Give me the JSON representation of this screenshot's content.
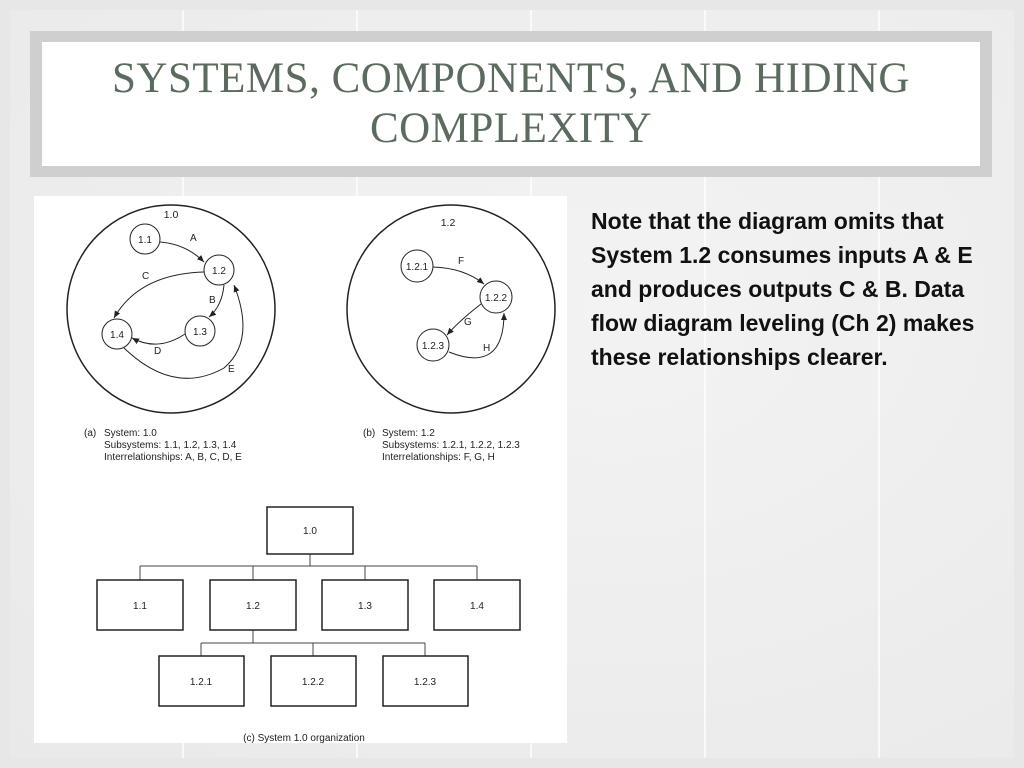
{
  "slide": {
    "title": "SYSTEMS, COMPONENTS, AND HIDING COMPLEXITY",
    "note": "Note that the diagram omits that System 1.2 consumes inputs A & E and produces outputs C & B. Data flow diagram leveling (Ch 2) makes these relationships clearer.",
    "colors": {
      "title": "#5b6b5e",
      "title_frame": "#cfcfcf",
      "background": "#eeeeee"
    }
  },
  "figure": {
    "a": {
      "system_label": "1.0",
      "nodes": {
        "n11": "1.1",
        "n12": "1.2",
        "n13": "1.3",
        "n14": "1.4"
      },
      "edges": {
        "A": "A",
        "B": "B",
        "C": "C",
        "D": "D",
        "E": "E"
      },
      "caption": {
        "tag": "(a)",
        "system": "System: 1.0",
        "subsystems": "Subsystems: 1.1, 1.2, 1.3, 1.4",
        "interrelationships": "Interrelationships: A, B, C, D, E"
      }
    },
    "b": {
      "system_label": "1.2",
      "nodes": {
        "n121": "1.2.1",
        "n122": "1.2.2",
        "n123": "1.2.3"
      },
      "edges": {
        "F": "F",
        "G": "G",
        "H": "H"
      },
      "caption": {
        "tag": "(b)",
        "system": "System: 1.2",
        "subsystems": "Subsystems: 1.2.1, 1.2.2, 1.2.3",
        "interrelationships": "Interrelationships: F, G, H"
      }
    },
    "c": {
      "root": "1.0",
      "level1": [
        "1.1",
        "1.2",
        "1.3",
        "1.4"
      ],
      "level2": [
        "1.2.1",
        "1.2.2",
        "1.2.3"
      ],
      "caption": "(c) System 1.0 organization"
    }
  }
}
